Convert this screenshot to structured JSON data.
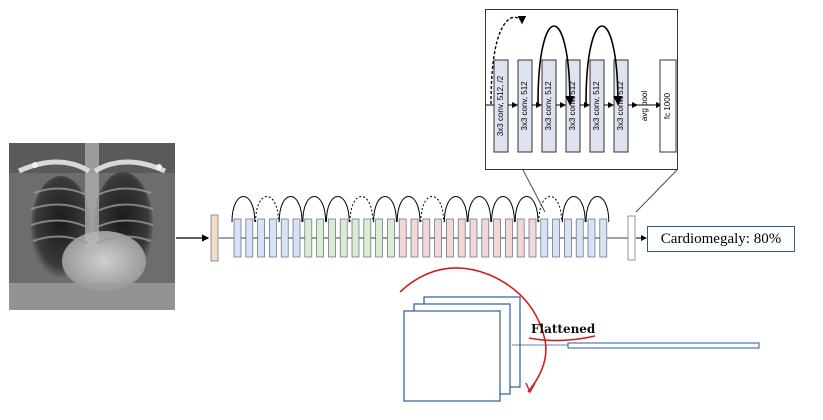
{
  "result": {
    "text": "Cardiomegaly: 80%"
  },
  "flattened_label": "Flattened",
  "zoom_layers": [
    "3x3 conv, 512, /2",
    "3x3 conv, 512",
    "3x3 conv, 512",
    "3x3 conv, 512",
    "3x3 conv, 512",
    "3x3 conv, 512",
    "avg pool",
    "fc 1000"
  ],
  "main_stage_colors": {
    "first": "#f6dcc3",
    "stage1": "#d9e2f3",
    "stage2": "#dcecd2",
    "stage3": "#f3d6d6",
    "stage4": "#d9e2f3",
    "end": "#ffffff"
  },
  "colors": {
    "outline": "#2e5a9c",
    "annotation": "#cc1f1f",
    "zoom_layer_fill": "#dde4ef"
  }
}
